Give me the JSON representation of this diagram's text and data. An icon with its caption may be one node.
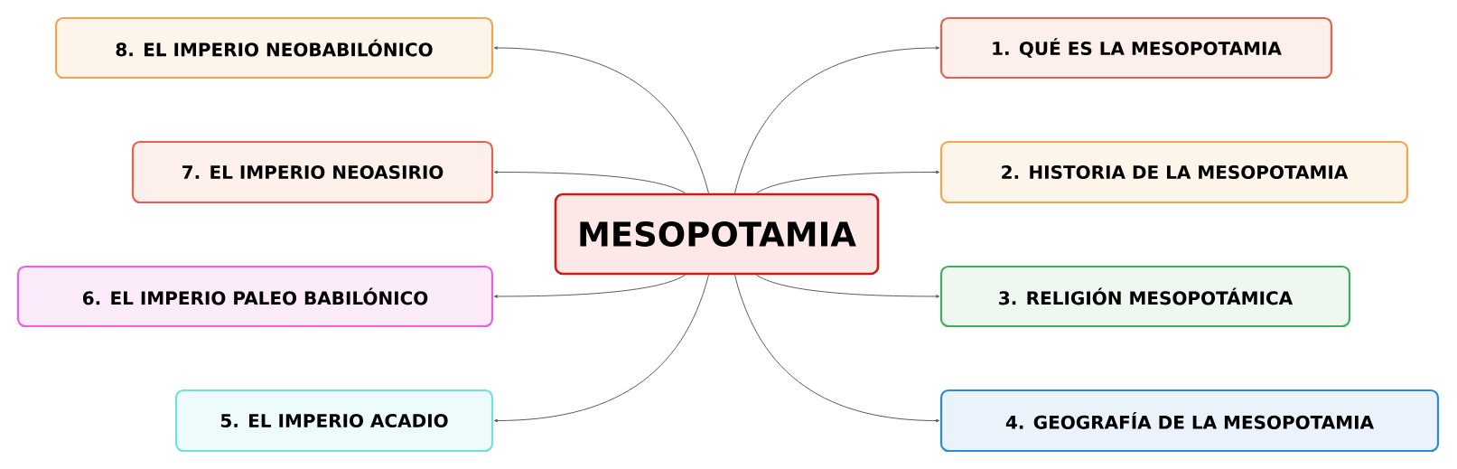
{
  "diagram": {
    "nodes": [
      {
        "text": [
          "MESOPOTAMIA"
        ]
      },
      {
        "text": [
          "1. QUÉ ES LA MESOPOTAMIA"
        ]
      },
      {
        "text": [
          "2. HISTORIA DE LA MESOPOTAMIA"
        ]
      },
      {
        "text": [
          "3. RELIGIÓN MESOPOTÁMICA"
        ]
      },
      {
        "text": [
          "4. GEOGRAFÍA DE LA MESOPOTAMIA"
        ]
      },
      {
        "text": [
          "5. EL IMPERIO ACADIO"
        ]
      },
      {
        "text": [
          "6. EL IMPERIO PALEO BABILÓNICO"
        ]
      },
      {
        "text": [
          "7. EL IMPERIO NEOASIRIO"
        ]
      },
      {
        "text": [
          "8. EL IMPERIO NEOBABILÓNICO"
        ]
      }
    ],
    "edges": [
      {
        "from": 0,
        "to": 1,
        "arrow": "to"
      },
      {
        "from": 0,
        "to": 2,
        "arrow": "to"
      },
      {
        "from": 0,
        "to": 3,
        "arrow": "to"
      },
      {
        "from": 0,
        "to": 4,
        "arrow": "to"
      },
      {
        "from": 0,
        "to": 5,
        "arrow": "to"
      },
      {
        "from": 0,
        "to": 6,
        "arrow": "to"
      },
      {
        "from": 0,
        "to": 7,
        "arrow": "to"
      },
      {
        "from": 0,
        "to": 8,
        "arrow": "to"
      }
    ]
  }
}
